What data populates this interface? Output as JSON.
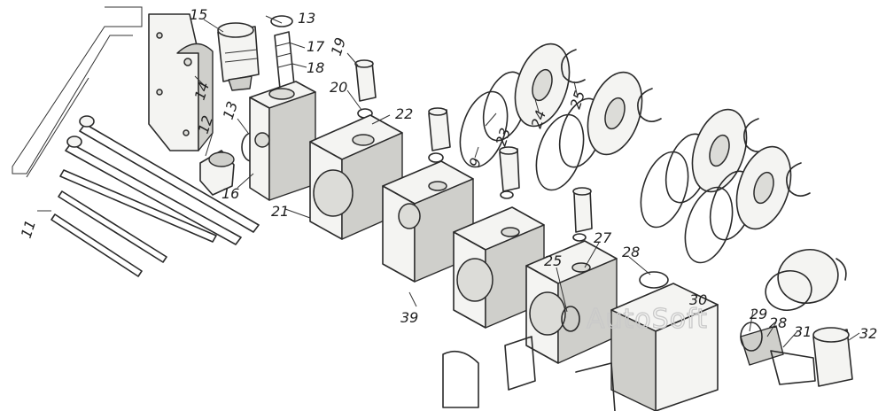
{
  "callouts": [
    {
      "id": "c11",
      "text": "11"
    },
    {
      "id": "c12",
      "text": "12"
    },
    {
      "id": "c13a",
      "text": "13"
    },
    {
      "id": "c13b",
      "text": "13"
    },
    {
      "id": "c14",
      "text": "14"
    },
    {
      "id": "c15",
      "text": "15"
    },
    {
      "id": "c16",
      "text": "16"
    },
    {
      "id": "c17",
      "text": "17"
    },
    {
      "id": "c18",
      "text": "18"
    },
    {
      "id": "c19",
      "text": "19"
    },
    {
      "id": "c20",
      "text": "20"
    },
    {
      "id": "c21",
      "text": "21"
    },
    {
      "id": "c22",
      "text": "22"
    },
    {
      "id": "c23",
      "text": "23"
    },
    {
      "id": "c24",
      "text": "24"
    },
    {
      "id": "c25a",
      "text": "25"
    },
    {
      "id": "c25b",
      "text": "25"
    },
    {
      "id": "c27",
      "text": "27"
    },
    {
      "id": "c28a",
      "text": "28"
    },
    {
      "id": "c28b",
      "text": "28"
    },
    {
      "id": "c29",
      "text": "29"
    },
    {
      "id": "c30",
      "text": "30"
    },
    {
      "id": "c31",
      "text": "31"
    },
    {
      "id": "c32",
      "text": "32"
    },
    {
      "id": "c39",
      "text": "39"
    },
    {
      "id": "c9",
      "text": "9"
    }
  ],
  "watermark": "AutoSoft"
}
